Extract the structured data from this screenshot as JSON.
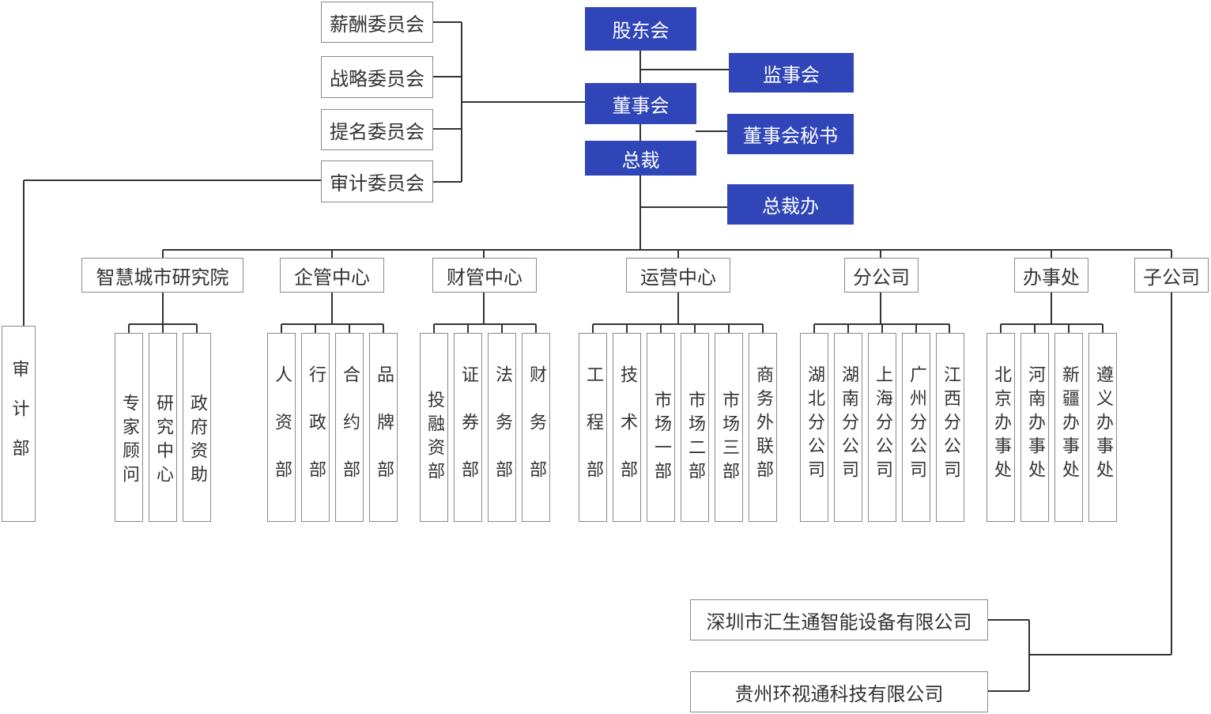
{
  "colors": {
    "accent": "#2f45b8",
    "line": "#333333",
    "border": "#8a8a8a"
  },
  "top": {
    "shareholders": "股东会",
    "supervisors": "监事会",
    "board": "董事会",
    "board_secretary": "董事会秘书",
    "president": "总裁",
    "president_office": "总裁办"
  },
  "committees": [
    "薪酬委员会",
    "战略委员会",
    "提名委员会",
    "审计委员会"
  ],
  "audit_dept": "审计部",
  "centers": [
    {
      "name": "智慧城市研究院",
      "depts": [
        "专家顾问",
        "研究中心",
        "政府资助"
      ]
    },
    {
      "name": "企管中心",
      "depts": [
        "人资部",
        "行政部",
        "合约部",
        "品牌部"
      ]
    },
    {
      "name": "财管中心",
      "depts": [
        "投融资部",
        "证券部",
        "法务部",
        "财务部"
      ]
    },
    {
      "name": "运营中心",
      "depts": [
        "工程部",
        "技术部",
        "市场一部",
        "市场二部",
        "市场三部",
        "商务外联部"
      ]
    },
    {
      "name": "分公司",
      "depts": [
        "湖北分公司",
        "湖南分公司",
        "上海分公司",
        "广州分公司",
        "江西分公司"
      ]
    },
    {
      "name": "办事处",
      "depts": [
        "北京办事处",
        "河南办事处",
        "新疆办事处",
        "遵义办事处"
      ]
    },
    {
      "name": "子公司",
      "depts": []
    }
  ],
  "subsidiaries": [
    "深圳市汇生通智能设备有限公司",
    "贵州环视通科技有限公司"
  ]
}
